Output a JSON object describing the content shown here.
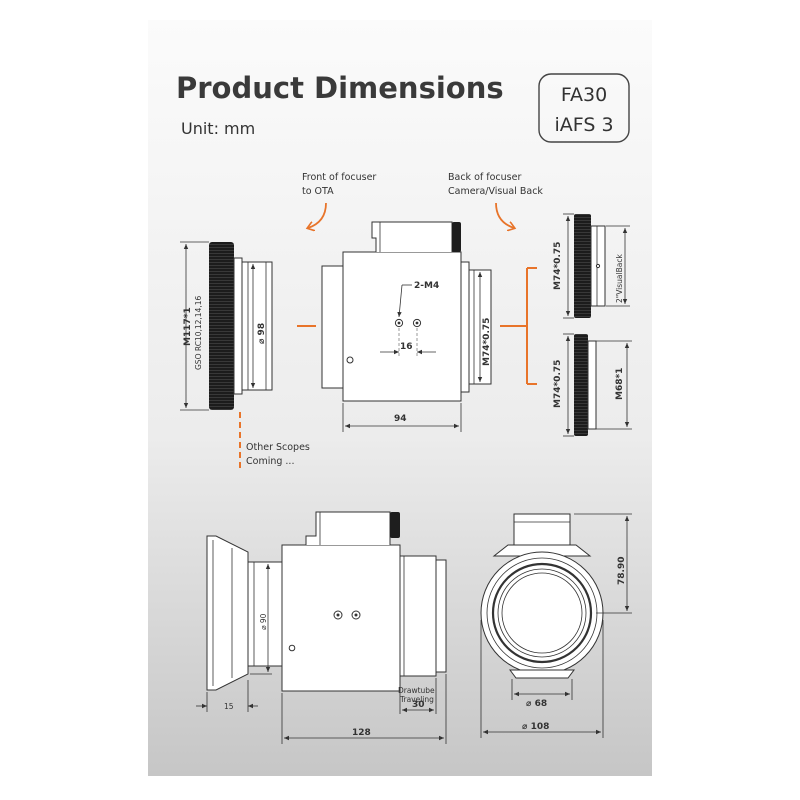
{
  "header": {
    "title": "Product Dimensions",
    "unit": "Unit: mm",
    "model_line1": "FA30",
    "model_line2": "iAFS 3"
  },
  "annotations": {
    "front_line1": "Front of focuser",
    "front_line2": "to OTA",
    "back_line1": "Back of focuser",
    "back_line2": "Camera/Visual Back",
    "other_line1": "Other Scopes",
    "other_line2": "Coming ..."
  },
  "top_view": {
    "thread_label": "M117*1",
    "scope_label": "GSO RC10,12,14,16",
    "dia_98": "98",
    "screws": "2-M4",
    "spacing": "16",
    "body_thread": "M74*0.75",
    "length_94": "94"
  },
  "adapters": {
    "upper_thread": "M74*0.75",
    "upper_name": "2\"VisualBack",
    "lower_thread": "M74*0.75",
    "lower_out": "M68*1"
  },
  "bottom_view": {
    "dia_90": "90",
    "len_15": "15",
    "drawtube_line1": "Drawtube",
    "drawtube_line2": "Traveling",
    "travel_30": "30",
    "len_128": "128",
    "height_7890": "78.90",
    "dia_68": "68",
    "dia_108": "108"
  },
  "colors": {
    "accent_orange": "#e8742a",
    "panel_gradient_top": "#fbfbfb",
    "panel_gradient_bottom": "#c9c9c9",
    "ink": "#333333"
  }
}
